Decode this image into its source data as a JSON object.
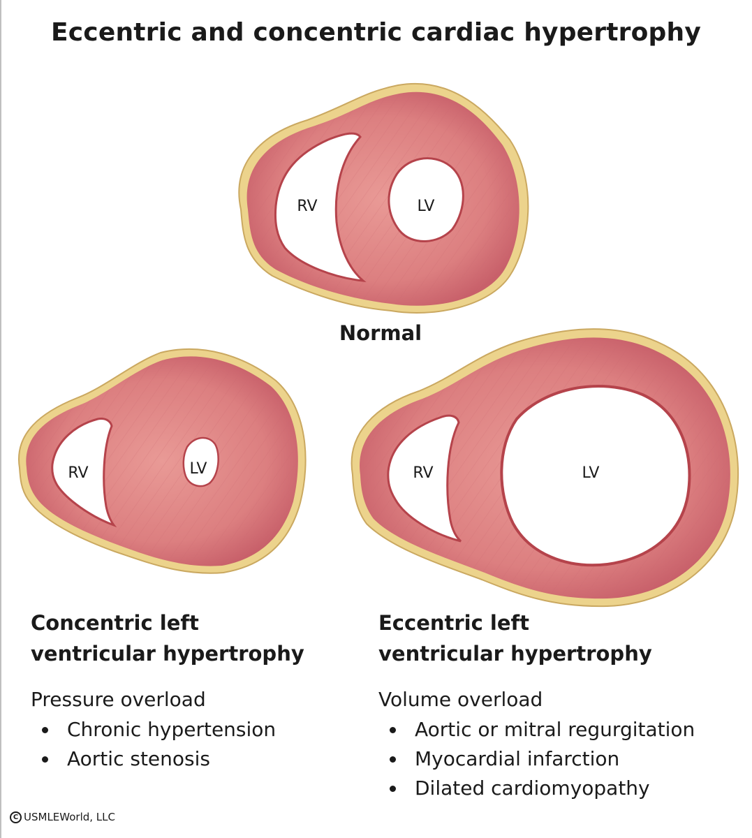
{
  "title": "Eccentric and concentric cardiac hypertrophy",
  "colors": {
    "pericardium": "#e9cf86",
    "myocardium": "#de8585",
    "myocardium_dark": "#b5434b",
    "chamber": "#ffffff"
  },
  "hearts": {
    "normal": {
      "label": "Normal",
      "rv": "RV",
      "lv": "LV"
    },
    "concentric": {
      "rv": "RV",
      "lv": "LV"
    },
    "eccentric": {
      "rv": "RV",
      "lv": "LV"
    }
  },
  "concentric_panel": {
    "heading_line1": "Concentric left",
    "heading_line2": "ventricular hypertrophy",
    "overload": "Pressure overload",
    "causes": [
      "Chronic hypertension",
      "Aortic stenosis"
    ]
  },
  "eccentric_panel": {
    "heading_line1": "Eccentric left",
    "heading_line2": "ventricular hypertrophy",
    "overload": "Volume overload",
    "causes": [
      "Aortic or mitral regurgitation",
      "Myocardial infarction",
      "Dilated cardiomyopathy"
    ]
  },
  "copyright": "USMLEWorld, LLC",
  "copyright_symbol": "C"
}
